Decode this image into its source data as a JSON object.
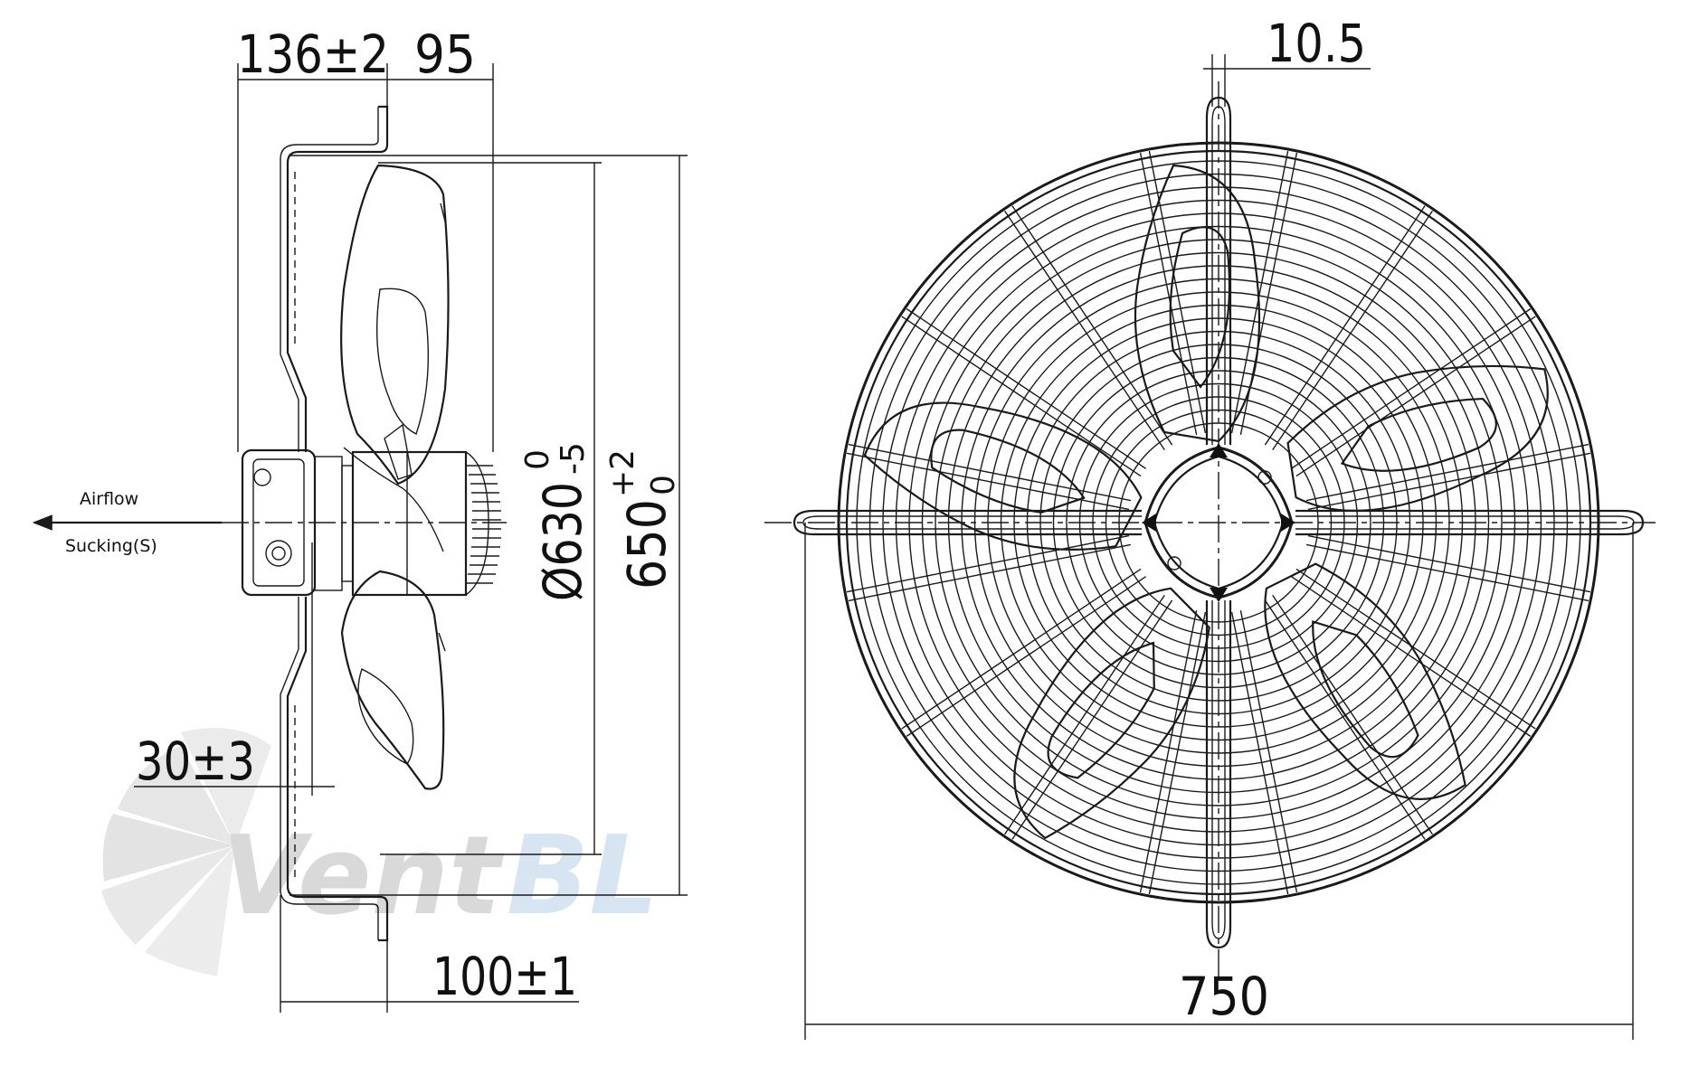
{
  "side_view": {
    "dim_depth": "136±2",
    "dim_guard_depth": "95",
    "dim_blade_offset": "30±3",
    "dim_mount": "100±1",
    "dim_blade_dia_main": "Ø630",
    "dim_blade_dia_upper": "0",
    "dim_blade_dia_lower": "-5",
    "dim_ring_dia_main": "650",
    "dim_ring_dia_upper": "+2",
    "dim_ring_dia_lower": "0",
    "airflow_label": "Airflow",
    "mode_label": "Sucking(S)"
  },
  "front_view": {
    "dim_slot": "10.5",
    "dim_width": "750"
  },
  "watermark": {
    "text_a": "Vent",
    "text_b": "BL",
    "color_a": "#d4d4d4",
    "color_b": "#cfe0f0"
  }
}
